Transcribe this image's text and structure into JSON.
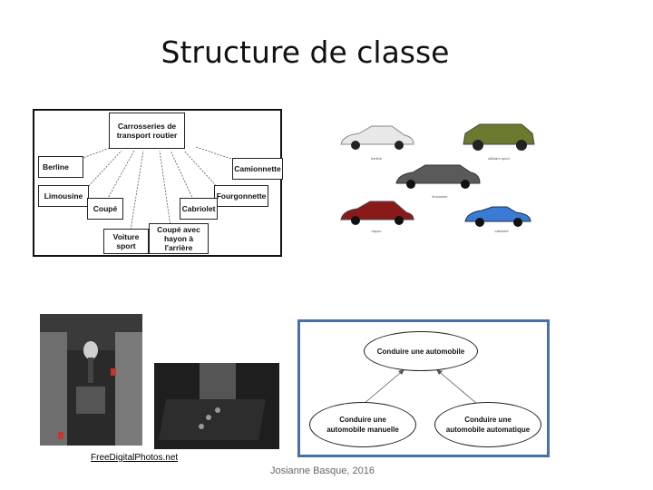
{
  "slide": {
    "title": "Structure de classe",
    "credit": "FreeDigitalPhotos.net",
    "footer": "Josianne Basque, 2016"
  },
  "class_diagram": {
    "root": "Carrosseries de transport routier",
    "berline": "Berline",
    "camionnette": "Camionnette",
    "limousine": "Limousine",
    "coupe": "Coupé",
    "cabriolet": "Cabriolet",
    "fourgonnette": "Fourgonnette",
    "voiture_sport": "Voiture sport",
    "coupe_hayon": "Coupé avec hayon à l'arrière"
  },
  "car_photos": {
    "berline": "berline",
    "utilitaire_sport": "utilitaire sport",
    "limousine": "limousine",
    "hayon": "hayon",
    "cabriolet": "cabriolet",
    "colors": {
      "berline": "#e8e8e8",
      "utilitaire_sport": "#6b7a2e",
      "limousine": "#5a5a5a",
      "hayon": "#8a1a1a",
      "cabriolet": "#3a7bd5"
    }
  },
  "driving_diagram": {
    "root": "Conduire une automobile",
    "manual": "Conduire une automobile manuelle",
    "automatic": "Conduire une automobile automatique",
    "border_color": "#4a6fa5"
  }
}
